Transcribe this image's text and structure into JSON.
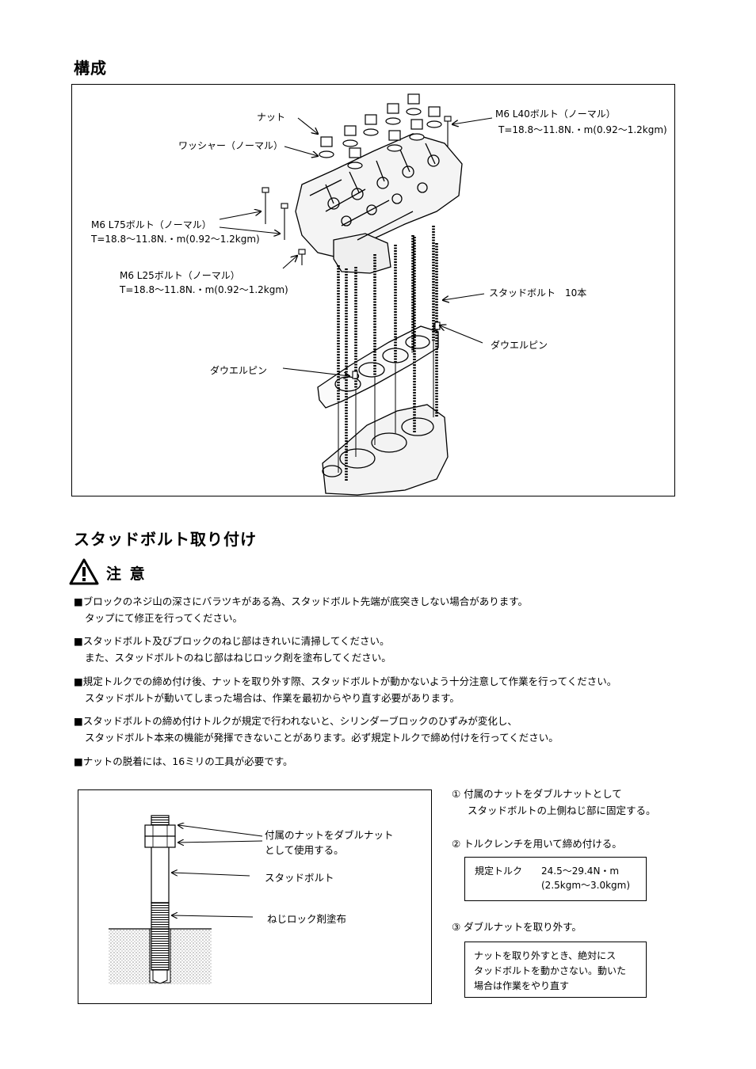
{
  "heading_composition": "構成",
  "parts_diagram": {
    "labels": {
      "nut": "ナット",
      "washer": "ワッシャー（ノーマル）",
      "l40_bolt": "M6 L40ボルト（ノーマル）",
      "l40_torque": "T=18.8～11.8N.・m(0.92～1.2kgm)",
      "l75_bolt": "M6 L75ボルト（ノーマル）",
      "l75_torque": "T=18.8～11.8N.・m(0.92～1.2kgm)",
      "l25_bolt": "M6 L25ボルト（ノーマル）",
      "l25_torque": "T=18.8～11.8N.・m(0.92～1.2kgm)",
      "stud_bolt": "スタッドボルト　10本",
      "dowel_pin_right": "ダウエルピン",
      "dowel_pin_left": "ダウエルピン"
    }
  },
  "heading_install": "スタッドボルト取り付け",
  "caution": {
    "title": "注 意",
    "notes": [
      {
        "line1": "■ブロックのネジ山の深さにバラツキがある為、スタッドボルト先端が底突きしない場合があります。",
        "line2": "タップにて修正を行ってください。"
      },
      {
        "line1": "■スタッドボルト及びブロックのねじ部はきれいに清掃してください。",
        "line2": "また、スタッドボルトのねじ部はねじロック剤を塗布してください。"
      },
      {
        "line1": "■規定トルクでの締め付け後、ナットを取り外す際、スタッドボルトが動かないよう十分注意して作業を行ってください。",
        "line2": "スタッドボルトが動いてしまった場合は、作業を最初からやり直す必要があります。"
      },
      {
        "line1": "■スタッドボルトの締め付けトルクが規定で行われないと、シリンダーブロックのひずみが変化し、",
        "line2": "スタッドボルト本来の機能が発揮できないことがあります。必ず規定トルクで締め付けを行ってください。"
      },
      {
        "line1": "■ナットの脱着には、16ミリの工具が必要です。",
        "line2": ""
      }
    ]
  },
  "stud_diagram": {
    "double_nut_line1": "付属のナットをダブルナット",
    "double_nut_line2": "として使用する。",
    "stud_bolt": "スタッドボルト",
    "thread_lock": "ねじロック剤塗布"
  },
  "steps": {
    "step1_line1": "① 付属のナットをダブルナットとして",
    "step1_line2": "スタッドボルトの上側ねじ部に固定する。",
    "step2": "② トルクレンチを用いて締め付ける。",
    "torque_label": "規定トルク",
    "torque_value1": "24.5～29.4N・m",
    "torque_value2": "(2.5kgm～3.0kgm)",
    "step3": "③ ダブルナットを取り外す。",
    "warning_line1": "ナットを取り外すとき、絶対にス",
    "warning_line2": "タッドボルトを動かさない。動いた",
    "warning_line3": "場合は作業をやり直す"
  }
}
